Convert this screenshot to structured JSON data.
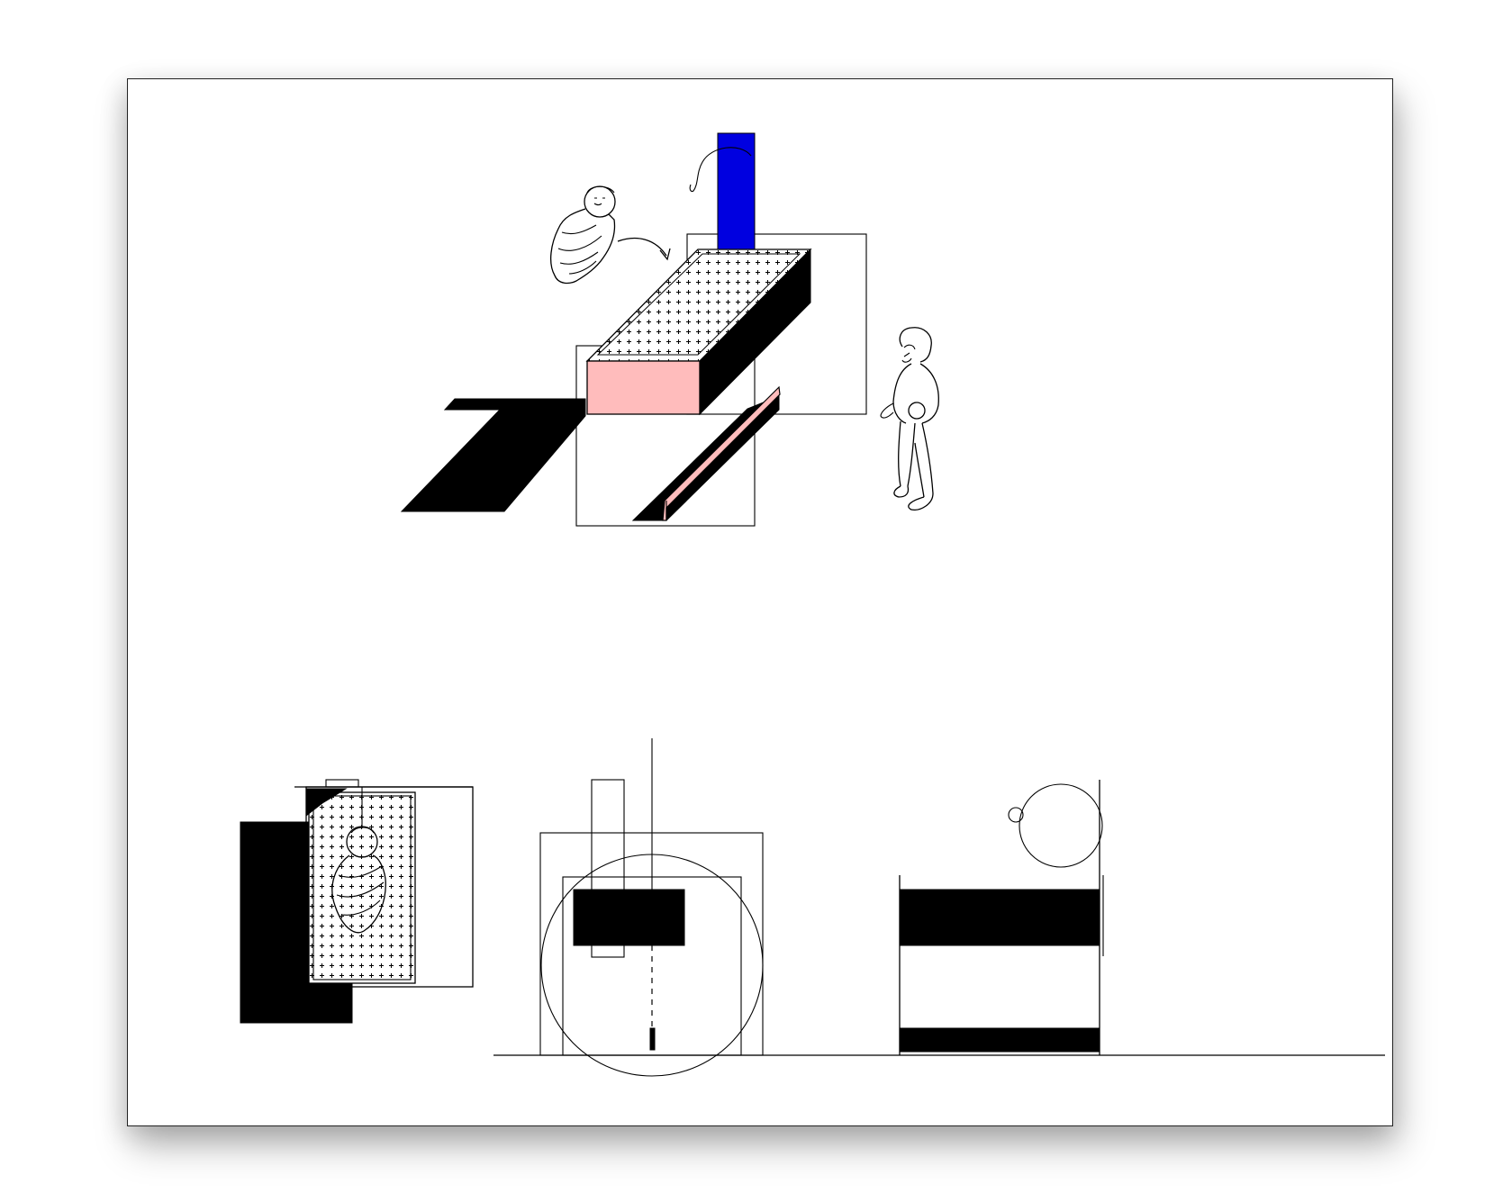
{
  "drawing": {
    "colors": {
      "sheet_border": "#222222",
      "ink": "#000000",
      "accent_blue": "#0000e0",
      "accent_pink": "#ffbcbc",
      "shadow": "rgba(0,0,0,0.28)"
    },
    "views": [
      "axonometric-view",
      "plan-view",
      "front-elevation",
      "side-elevation"
    ],
    "figures": [
      "swaddled-baby-figure",
      "standing-child-figure"
    ]
  }
}
